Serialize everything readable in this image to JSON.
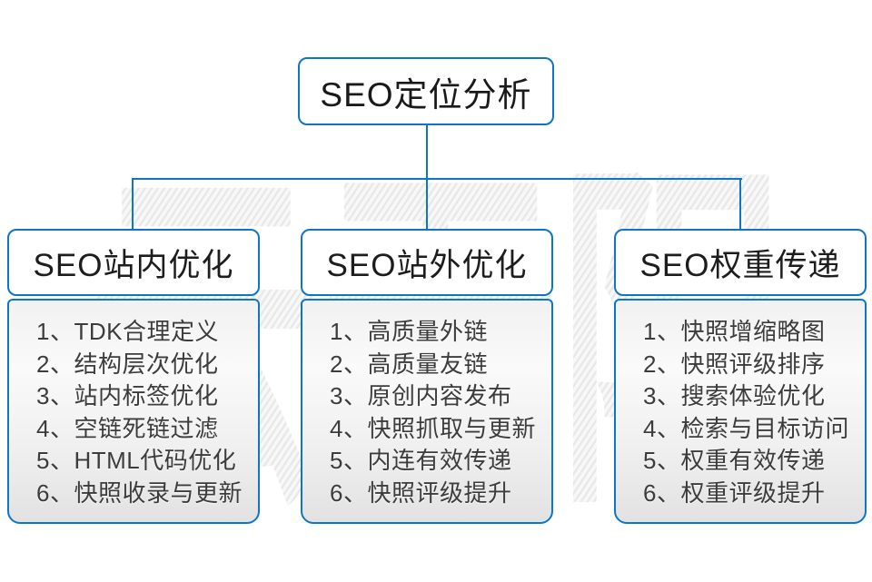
{
  "watermark": {
    "text": "云无限"
  },
  "root": {
    "title": "SEO定位分析"
  },
  "columns": [
    {
      "title": "SEO站内优化",
      "items": [
        "1、TDK合理定义",
        "2、结构层次优化",
        "3、站内标签优化",
        "4、空链死链过滤",
        "5、HTML代码优化",
        "6、快照收录与更新"
      ]
    },
    {
      "title": "SEO站外优化",
      "items": [
        "1、高质量外链",
        "2、高质量友链",
        "3、原创内容发布",
        "4、快照抓取与更新",
        "5、内连有效传递",
        "6、快照评级提升"
      ]
    },
    {
      "title": "SEO权重传递",
      "items": [
        "1、快照增缩略图",
        "2、快照评级排序",
        "3、搜索体验优化",
        "4、检索与目标访问",
        "5、权重有效传递",
        "6、权重评级提升"
      ]
    }
  ],
  "colors": {
    "accent": "#0d76c8",
    "item_text": "#3c3c3c"
  }
}
